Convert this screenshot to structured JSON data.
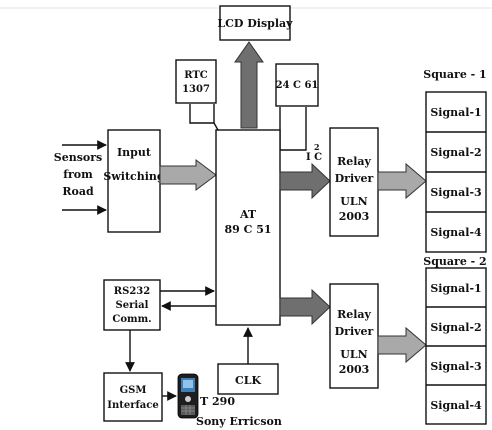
{
  "blocks": {
    "lcd": "LCD Display",
    "rtc_line1": "RTC",
    "rtc_line2": "1307",
    "eeprom": "24 C 61",
    "i2c": "I C",
    "i2c_sup": "2",
    "input_line1": "Input",
    "input_line2": "Switching",
    "mcu_line1": "AT",
    "mcu_line2": "89 C 51",
    "relay_line1": "Relay",
    "relay_line2": "Driver",
    "relay_line3": "ULN",
    "relay_line4": "2003",
    "rs232_line1": "RS232",
    "rs232_line2": "Serial",
    "rs232_line3": "Comm.",
    "gsm_line1": "GSM",
    "gsm_line2": "Interface",
    "clk": "CLK"
  },
  "sensors": {
    "line1": "Sensors",
    "line2": "from",
    "line3": "Road"
  },
  "phone": {
    "model": "T 290",
    "brand": "Sony Erricson"
  },
  "squares": [
    {
      "title": "Square - 1",
      "signals": [
        "Signal-1",
        "Signal-2",
        "Signal-3",
        "Signal-4"
      ]
    },
    {
      "title": "Square - 2",
      "signals": [
        "Signal-1",
        "Signal-2",
        "Signal-3",
        "Signal-4"
      ]
    }
  ],
  "icons": {
    "phone": "mobile-phone-icon"
  }
}
